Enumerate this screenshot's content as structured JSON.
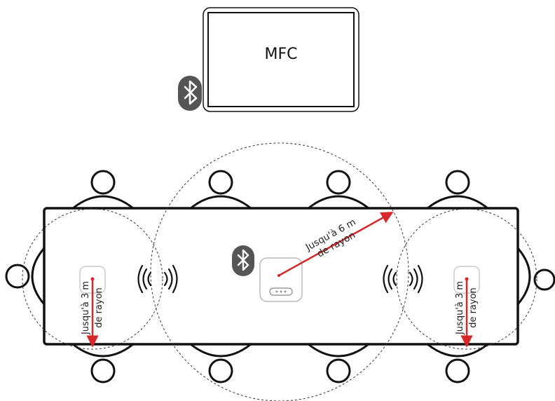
{
  "screen": {
    "label": "MFC"
  },
  "center_unit": {
    "range_line1": "Jusqu'à 6 m",
    "range_line2": "de rayon"
  },
  "left_mic": {
    "range_line1": "Jusqu'à 3 m",
    "range_line2": "de rayon"
  },
  "right_mic": {
    "range_line1": "Jusqu'à 3 m",
    "range_line2": "de rayon"
  },
  "icons": {
    "bluetooth_screen": "bluetooth-icon",
    "bluetooth_table": "bluetooth-icon",
    "wireless_left": "wireless-signal-icon",
    "wireless_right": "wireless-signal-icon"
  },
  "colors": {
    "arrow": "#d62828",
    "icon_bg": "#555555",
    "outline": "#111111"
  }
}
